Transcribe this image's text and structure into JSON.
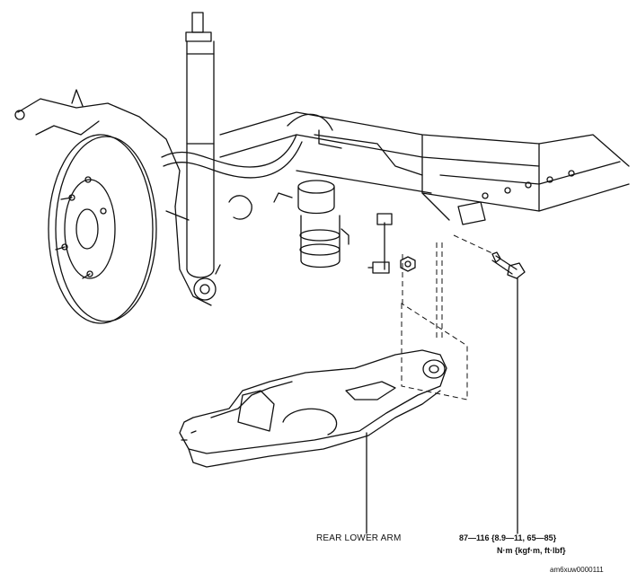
{
  "labels": {
    "rear_lower_arm": "REAR LOWER ARM",
    "torque_value": "87—116 {8.9—11, 65—85}",
    "torque_units": "N·m {kgf·m, ft·lbf}",
    "figure_id": "am6xuw0000111"
  }
}
